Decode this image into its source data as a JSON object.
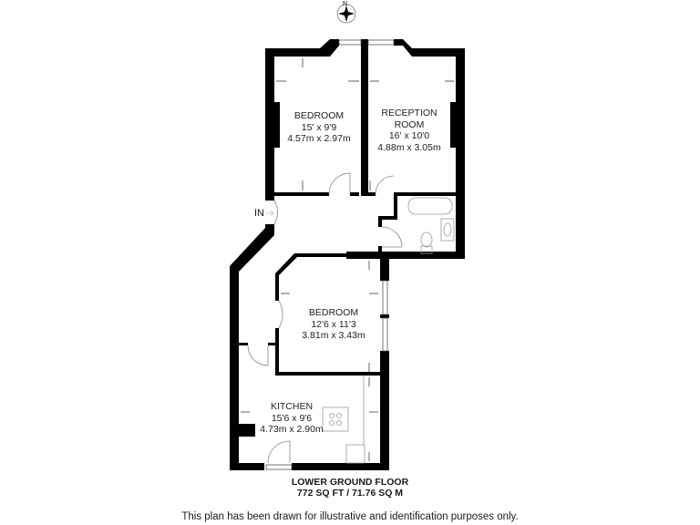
{
  "compass": {
    "label": "N"
  },
  "rooms": [
    {
      "id": "bedroom-1",
      "name": "BEDROOM",
      "imperial": "15' x 9'9",
      "metric": "4.57m x 2.97m"
    },
    {
      "id": "reception",
      "name": "RECEPTION",
      "name2": "ROOM",
      "imperial": "16' x 10'0",
      "metric": "4.88m x 3.05m"
    },
    {
      "id": "bedroom-2",
      "name": "BEDROOM",
      "imperial": "12'6 x 11'3",
      "metric": "3.81m x 3.43m"
    },
    {
      "id": "kitchen",
      "name": "KITCHEN",
      "imperial": "15'6 x 9'6",
      "metric": "4.73m x 2.90m"
    }
  ],
  "entrance": {
    "label": "IN"
  },
  "floor": {
    "name": "LOWER GROUND FLOOR",
    "area": "772 SQ FT / 71.76 SQ M"
  },
  "disclaimer": "This plan has been drawn for illustrative and identification purposes only."
}
